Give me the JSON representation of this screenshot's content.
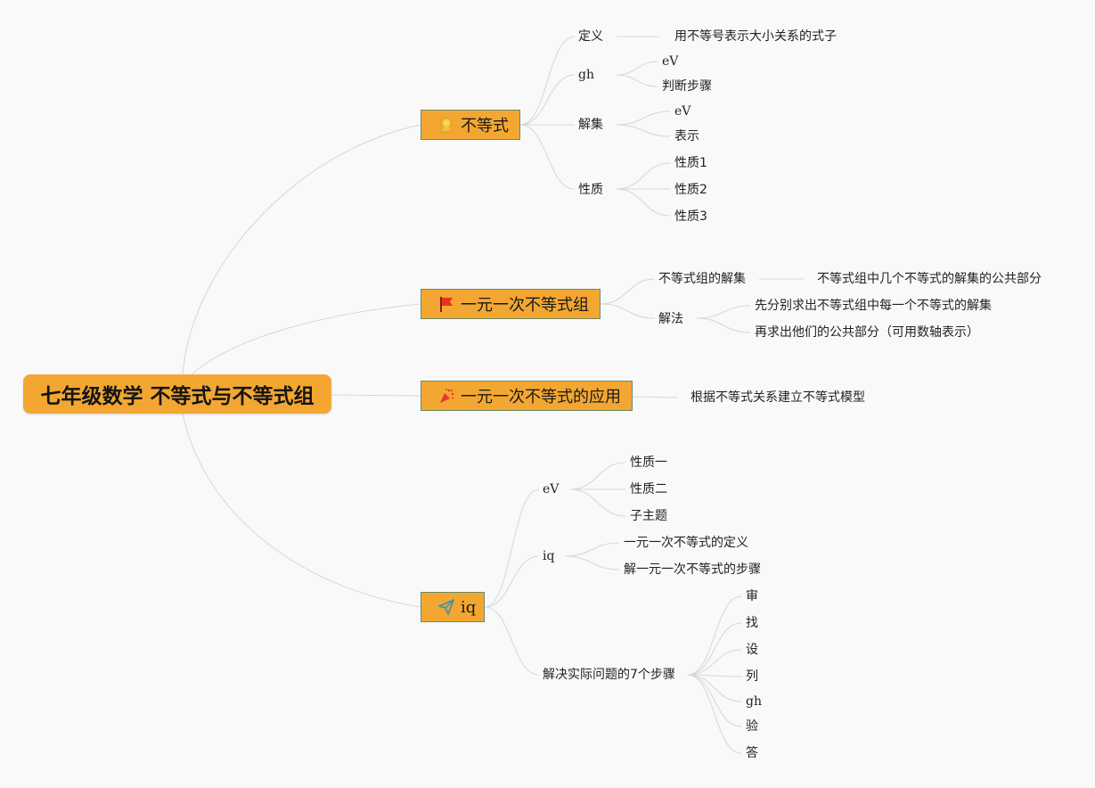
{
  "root": "七年级数学 不等式与不等式组",
  "b1": {
    "label": "不等式",
    "icon": "ribbon-icon",
    "c1": "定义",
    "c1a": "用不等号表示大小关系的式子",
    "c2": "gh",
    "c2a": "eV",
    "c2b": "判断步骤",
    "c3": "解集",
    "c3a": "eV",
    "c3b": "表示",
    "c4": "性质",
    "c4a": "性质1",
    "c4b": "性质2",
    "c4c": "性质3"
  },
  "b2": {
    "label": "一元一次不等式组",
    "icon": "flag-icon",
    "c1": "不等式组的解集",
    "c1a": "不等式组中几个不等式的解集的公共部分",
    "c2": "解法",
    "c2a": "先分别求出不等式组中每一个不等式的解集",
    "c2b": "再求出他们的公共部分（可用数轴表示）"
  },
  "b3": {
    "label": "一元一次不等式的应用",
    "icon": "party-popper-icon",
    "c1": "根据不等式关系建立不等式模型"
  },
  "b4": {
    "label": "iq",
    "icon": "paper-plane-icon",
    "c1": "eV",
    "c1a": "性质一",
    "c1b": "性质二",
    "c1c": "子主题",
    "c2": "iq",
    "c2a": "一元一次不等式的定义",
    "c2b": "解一元一次不等式的步骤",
    "c3": "解决实际问题的7个步骤",
    "s1": "审",
    "s2": "找",
    "s3": "设",
    "s4": "列",
    "s5": "gh",
    "s6": "验",
    "s7": "答"
  },
  "colors": {
    "node": "#f3a732",
    "border": "#6d8a63",
    "line": "#d6d6d6"
  }
}
